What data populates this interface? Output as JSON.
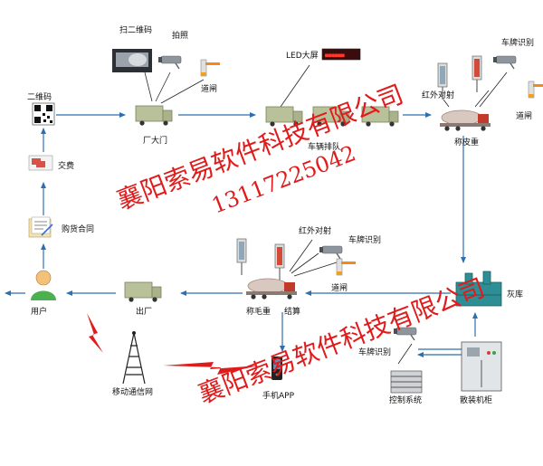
{
  "labels": {
    "qr_code": "二维码",
    "scan_qr": "扫二维码",
    "photo": "拍照",
    "gate": "道闸",
    "factory_gate": "厂大门",
    "led_screen": "LED大屏",
    "vehicle_queue": "车辆排队",
    "infrared": "红外对射",
    "plate_recognition": "车牌识别",
    "tare_weighing": "称皮重",
    "ash_silo": "灰库",
    "pay": "交费",
    "purchase_contract": "购货合同",
    "user": "用户",
    "exit": "出厂",
    "gross_weighing": "称毛重",
    "settlement": "结算",
    "mobile_network": "移动通信网",
    "mobile_app": "手机APP",
    "control_system": "控制系统",
    "bulk_cabinet": "散装机柜"
  },
  "watermark": {
    "company": "襄阳索易软件科技有限公司",
    "phone": "13117225042"
  },
  "colors": {
    "watermark": "#e01b1b",
    "arrow": "#2f6fb0",
    "truck": "#b9c19a",
    "lightning": "#e01b1b"
  }
}
